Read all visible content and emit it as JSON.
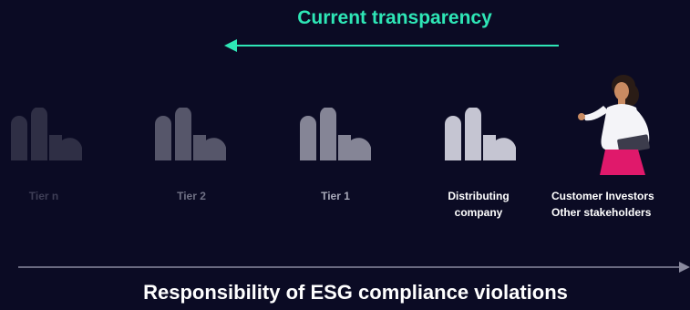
{
  "top_label": "Current transparency",
  "tiers": [
    {
      "label_lines": [
        "Tier n"
      ],
      "opacity": 0.18,
      "style": "dim1"
    },
    {
      "label_lines": [
        "Tier 2"
      ],
      "opacity": 0.38,
      "style": "dim2"
    },
    {
      "label_lines": [
        "Tier 1"
      ],
      "opacity": 0.62,
      "style": "dim3"
    },
    {
      "label_lines": [
        "Distributing",
        "company"
      ],
      "opacity": 0.95,
      "style": "bright"
    }
  ],
  "customer_label_lines": [
    "Customer Investors",
    "Other stakeholders"
  ],
  "bottom_label": "Responsibility of ESG compliance violations",
  "colors": {
    "background": "#0b0b24",
    "accent": "#2ee6b6",
    "factory": "#d0d0dc",
    "bottom_arrow": "#8a8a9e"
  }
}
